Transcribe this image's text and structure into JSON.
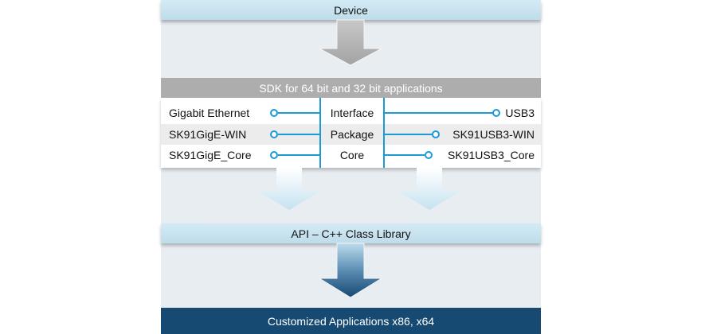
{
  "diagram": {
    "device_label": "Device",
    "sdk_title": "SDK for 64 bit and 32 bit applications",
    "rows": [
      {
        "left": "Gigabit Ethernet",
        "middle": "Interface",
        "right": "USB3"
      },
      {
        "left": "SK91GigE-WIN",
        "middle": "Package",
        "right": "SK91USB3-WIN"
      },
      {
        "left": "SK91GigE_Core",
        "middle": "Core",
        "right": "SK91USB3_Core"
      }
    ],
    "api_label": "API – C++ Class Library",
    "apps_label": "Customized Applications x86, x64",
    "colors": {
      "connector": "#1a9ad6",
      "device_bar": "#c9e4f0",
      "sdk_header": "#adadad",
      "apps_bar": "#164a73",
      "background": "#e8edf1"
    }
  }
}
